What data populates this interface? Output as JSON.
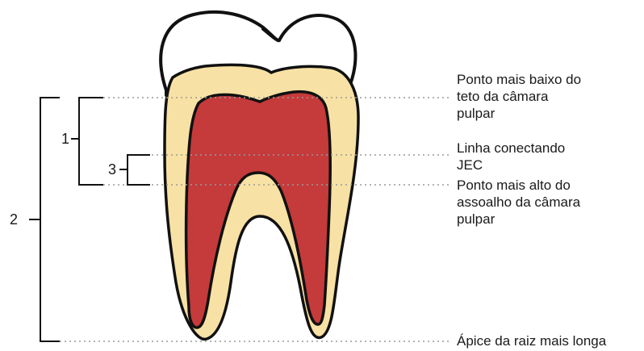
{
  "brackets": {
    "one": "1",
    "two": "2",
    "three": "3"
  },
  "labels": {
    "pulp_roof": [
      "Ponto mais baixo do",
      "teto da câmara",
      "pulpar"
    ],
    "cej_line": [
      "Linha conectando",
      "JEC"
    ],
    "pulp_floor": [
      "Ponto mais alto do",
      "assoalho da câmara",
      "pulpar"
    ],
    "root_apex": [
      "Ápice da raiz mais longa"
    ]
  },
  "colors": {
    "crown": "#ffffff",
    "dentin": "#f8e1a4",
    "pulp": "#c53a3a",
    "outline": "#111111",
    "guide": "#9a9a9a"
  }
}
